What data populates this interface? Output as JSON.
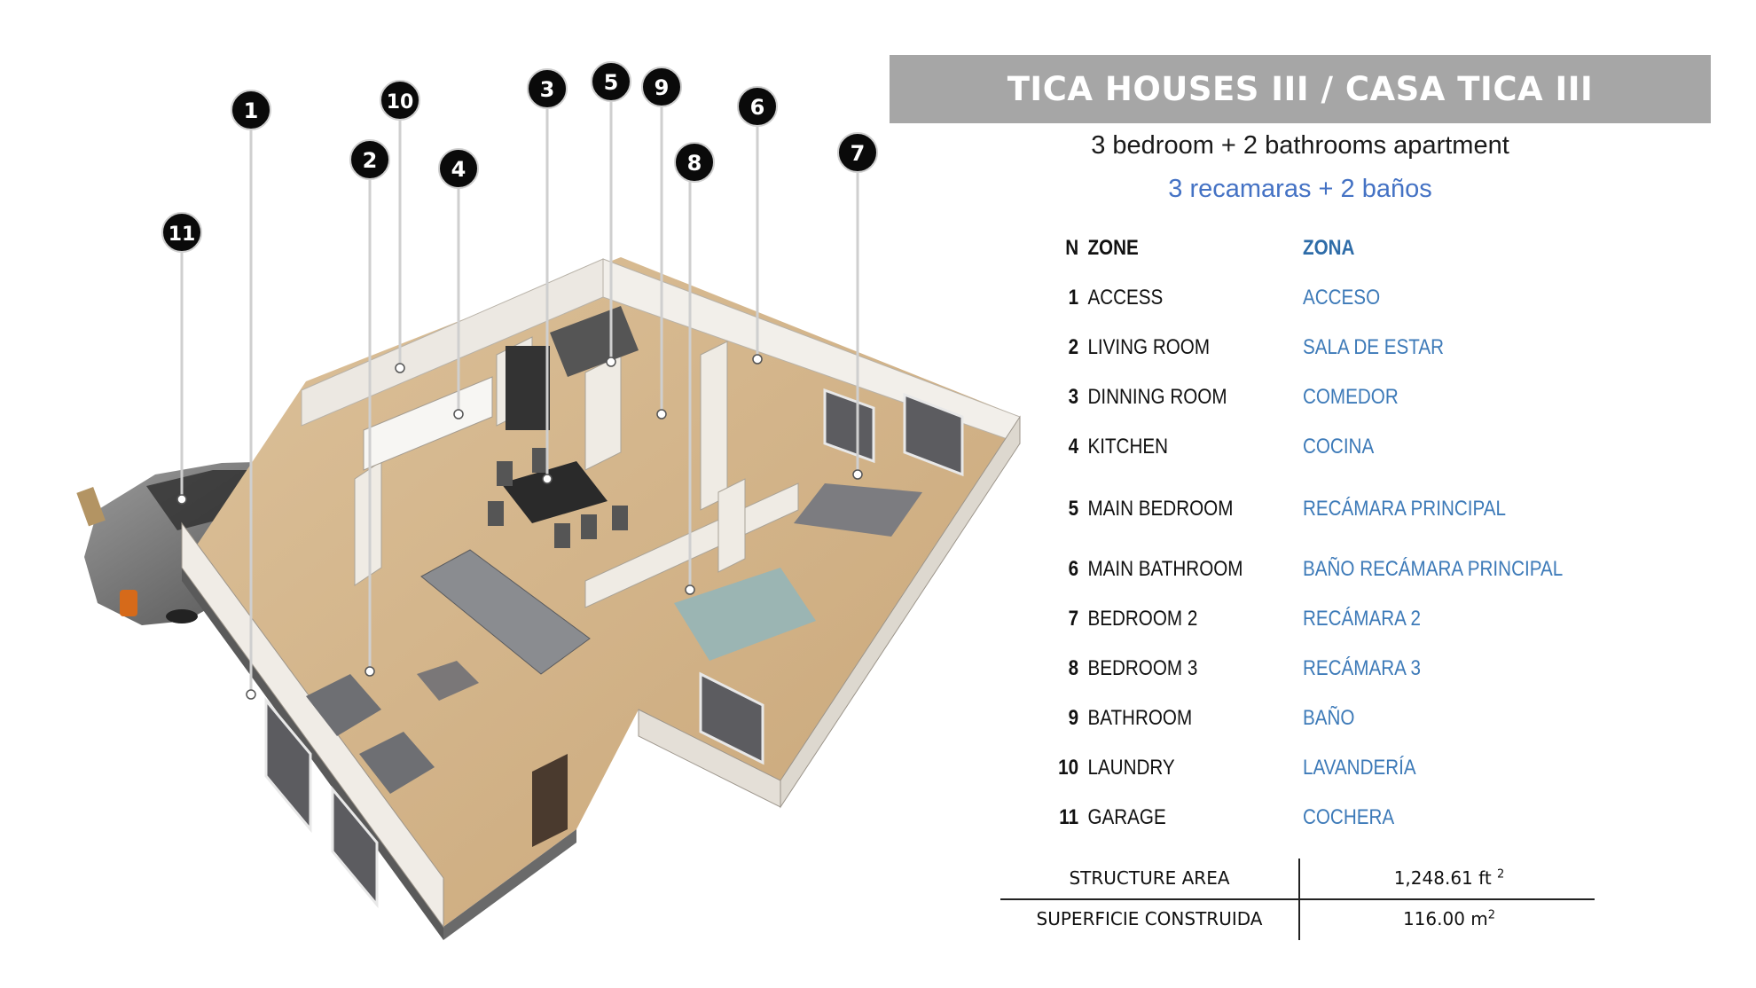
{
  "title": "TICA HOUSES III / CASA TICA III",
  "subtitle_en": "3 bedroom + 2 bathrooms apartment",
  "subtitle_es": "3 recamaras + 2 baños",
  "zone_header": {
    "n": "N",
    "en": "ZONE",
    "es": "ZONA"
  },
  "zones": [
    {
      "n": "1",
      "en": "ACCESS",
      "es": "ACCESO"
    },
    {
      "n": "2",
      "en": "LIVING ROOM",
      "es": "SALA DE ESTAR"
    },
    {
      "n": "3",
      "en": "DINNING ROOM",
      "es": "COMEDOR"
    },
    {
      "n": "4",
      "en": "KITCHEN",
      "es": "COCINA"
    },
    {
      "n": "5",
      "en": "MAIN BEDROOM",
      "es": "RECÁMARA PRINCIPAL"
    },
    {
      "n": "6",
      "en": "MAIN BATHROOM",
      "es": "BAÑO RECÁMARA PRINCIPAL"
    },
    {
      "n": "7",
      "en": "BEDROOM 2",
      "es": "RECÁMARA 2"
    },
    {
      "n": "8",
      "en": "BEDROOM 3",
      "es": "RECÁMARA 3"
    },
    {
      "n": "9",
      "en": "BATHROOM",
      "es": "BAÑO"
    },
    {
      "n": "10",
      "en": "LAUNDRY",
      "es": "LAVANDERÍA"
    },
    {
      "n": "11",
      "en": "GARAGE",
      "es": "COCHERA"
    }
  ],
  "area": {
    "label_en": "STRUCTURE AREA",
    "value_en": "1,248.61 ft",
    "unit_en_sup": "2",
    "label_es": "SUPERFICIE CONSTRUIDA",
    "value_es": "116.00 m",
    "unit_es_sup": "2"
  },
  "markers": [
    "1",
    "2",
    "3",
    "4",
    "5",
    "6",
    "7",
    "8",
    "9",
    "10",
    "11"
  ],
  "colors": {
    "title_bar": "#a6a6a6",
    "spanish_text": "#3d7ab8",
    "subtitle_es": "#4472c4",
    "floor": "#d4b48a",
    "wall": "#eae6df",
    "marker": "#0a0a0a"
  }
}
